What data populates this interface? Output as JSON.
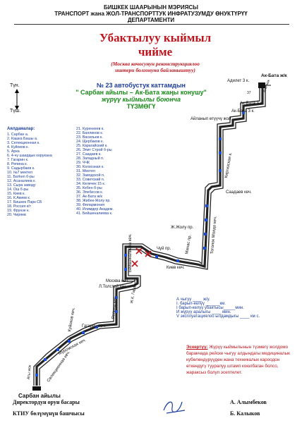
{
  "header": {
    "line1": "БИШКЕК ШААРЫНЫН МЭРИЯСЫ",
    "line2": "ТРАНСПОРТ жана ЖОЛ-ТРАНСПОРТТУК ИНФРАТУЗУМДУ ӨНУКТҮРҮҮ",
    "line3": "ДЕПАРТАМЕНТИ"
  },
  "title": {
    "line1": "Убактылуу кыймыл",
    "line2": "чийме",
    "sub1": "(Москва кочосунун реконструкциялоо",
    "sub2": "иштери болгонуна байланыштуу)"
  },
  "route": {
    "line1": "№ 23  автобустук каттамдын",
    "line2": "\" Сарбан  айылы – Ак-Бата жаңы конушу\"",
    "line3": "жүрүү кыймылы боюнча",
    "line4": "ТҮЗМӨГҮ"
  },
  "compass": {
    "north": "Түн.",
    "south": "Түш."
  },
  "stops_title": "Аялдамалар:",
  "stops_left": [
    "1. Сарбан а.",
    "2. Кашка Башы а.",
    "3. Селекционная к.",
    "4. Куйоков к.",
    "5. Арка",
    "6. 4-чү шаардык оорукана",
    "7. Гагарин к.",
    "8. Репина к.",
    "9. Садырбаев к.",
    "10. №7 мектеп",
    "11. Батken б-ры",
    "12. Асаналиев к.",
    "13. Сыра заводу",
    "14. Ош б-ры",
    "15. Киев к.",
    "16. К.Акиев к.",
    "17. Бишкек Парк СБ",
    "18. Россия к/т",
    "19. Фрунзе к.",
    "20. Чиряев"
  ],
  "stops_right": [
    "21. Куренкеев к.",
    "22. Баялинов к.",
    "23. Васильев к.",
    "24. Щербаков к.",
    "25. Карагайский к.",
    "26. Элит Строй б-ры",
    "27. Саадаев к.",
    "28. Западный п.",
    "29. ЧЧК",
    "30. Колхозная к.",
    "31. Мектеп",
    "32. Заводской п.",
    "33. Советский п.",
    "34. Келечек 15 к.",
    "35. Кебен б-ры",
    "36. Элебесов к.",
    "37. Ак-Бата ж/к",
    "38. Жибек-Жолу пр.",
    "39. Филармония",
    "40. Илимдер Академ.",
    "41. Бейшеналиева к."
  ],
  "map_labels": {
    "ak_bata": "Ак-Бата ж/к",
    "adilet": "Адилет 3 к.",
    "ak_bata_3k_1": "Ак-Бата 3 к.",
    "ak_bata_3k_2": "Ак-Бата 3 к.",
    "aylanip": "Айланып өтүүчү жол",
    "at_jok": "Аты жок",
    "kirgizskaya": "Киргизская к.",
    "saadaev": "Саадаев кеч.",
    "tolstoy_moldo": "Тоголок Молдо кеч.",
    "jibek_jolu": "Ж.Жолу пр.",
    "manas": "Манас пр.",
    "chuy": "Чүй пр.",
    "kiev": "Киев кеч.",
    "beishenalieva": "Бейшеналиева кеч.",
    "moskva": "Москва кеч.",
    "jk_garden": "Ж.К. Гарден 5",
    "l_tolstoy": "Л.Толстой кеч.",
    "repina": "Репина кеч.",
    "gagarin": "Гагарин кеч.",
    "kuykoov": "Куйоков кеч.",
    "muromskaya": "Муромская кеч.",
    "selekcionnaya": "Селекционная кеч.",
    "at_jok2": "Аты жок",
    "sarban": "Сарбан айылы",
    "num37": "37"
  },
  "info": {
    "line1": "А чыгуу ____ ж/у.",
    "line2": "I. барып-келүү ______км.",
    "line3": "I барып-келүү убактысы_____мин.",
    "line4": "И жүрүү аралыгы ____ мин.",
    "line5": "V эксплуатациялоо ылдамдыгы ____ км с."
  },
  "note": {
    "label": "Эскертүү:",
    "text": "Жүрүү кыймылынын түзмөгү жолдомо баракчада рейске чыгуу алдындагы медициналык кубөлөндүрүүдөн жана техникалык кароодон өткөндүгү тууралуу штамп коюлбаган болсо, жараксыз болуп эсептелет."
  },
  "signatures": {
    "role1": "Директордун орун басары",
    "role2": "КТИУ бөлүмүнүн башчысы",
    "name1": "А. Алымбеков",
    "name2": "Б. Калыков"
  },
  "colors": {
    "route_line": "#222222",
    "stop_marker": "#1b4bd1",
    "closed_marker": "#c0141c",
    "title": "#c0141c",
    "route_title": "#1a8a1a"
  }
}
